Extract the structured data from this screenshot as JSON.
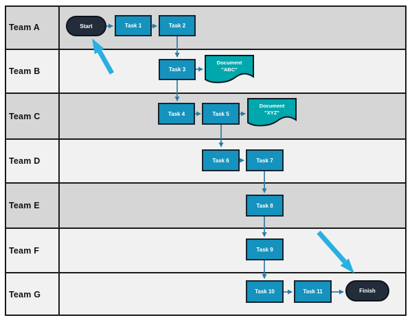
{
  "lanes": [
    {
      "label": "Team A",
      "shade": "gray"
    },
    {
      "label": "Team B",
      "shade": "light"
    },
    {
      "label": "Team C",
      "shade": "gray"
    },
    {
      "label": "Team D",
      "shade": "light"
    },
    {
      "label": "Team E",
      "shade": "gray"
    },
    {
      "label": "Team F",
      "shade": "light"
    },
    {
      "label": "Team G",
      "shade": "light"
    }
  ],
  "nodes": {
    "start": {
      "type": "terminator",
      "label": "Start",
      "lane": "Team A"
    },
    "task1": {
      "type": "process",
      "label": "Task 1",
      "lane": "Team A"
    },
    "task2": {
      "type": "process",
      "label": "Task 2",
      "lane": "Team A"
    },
    "task3": {
      "type": "process",
      "label": "Task 3",
      "lane": "Team B"
    },
    "doc_abc": {
      "type": "document",
      "title": "Document",
      "name": "\"ABC\"",
      "lane": "Team B"
    },
    "task4": {
      "type": "process",
      "label": "Task 4",
      "lane": "Team C"
    },
    "task5": {
      "type": "process",
      "label": "Task 5",
      "lane": "Team C"
    },
    "doc_xyz": {
      "type": "document",
      "title": "Document",
      "name": "\"XYZ\"",
      "lane": "Team C"
    },
    "task6": {
      "type": "process",
      "label": "Task 6",
      "lane": "Team D"
    },
    "task7": {
      "type": "process",
      "label": "Task 7",
      "lane": "Team D"
    },
    "task8": {
      "type": "process",
      "label": "Task 8",
      "lane": "Team E"
    },
    "task9": {
      "type": "process",
      "label": "Task 9",
      "lane": "Team F"
    },
    "task10": {
      "type": "process",
      "label": "Task 10",
      "lane": "Team G"
    },
    "task11": {
      "type": "process",
      "label": "Task 11",
      "lane": "Team G"
    },
    "finish": {
      "type": "terminator",
      "label": "Finish",
      "lane": "Team G"
    }
  },
  "flow": [
    "Start → Task 1",
    "Task 1 → Task 2",
    "Task 2 → Task 3",
    "Task 3 → Document \"ABC\"",
    "Task 3 → Task 4",
    "Task 4 → Task 5",
    "Task 5 → Document \"XYZ\"",
    "Task 5 → Task 6",
    "Task 6 → Task 7",
    "Task 7 → Task 8",
    "Task 8 → Task 9",
    "Task 9 → Task 10",
    "Task 10 → Task 11",
    "Task 11 → Finish"
  ],
  "colors": {
    "process_fill": "#1593BE",
    "process_border": "#16242E",
    "document_fill": "#00A7AD",
    "terminator_fill": "#232C3A",
    "connector": "#2B7CA4",
    "annotation_arrow": "#29AFE0",
    "lane_gray": "#D6D6D6",
    "lane_light": "#F1F1F1",
    "grid_line": "#1A1A1A"
  }
}
